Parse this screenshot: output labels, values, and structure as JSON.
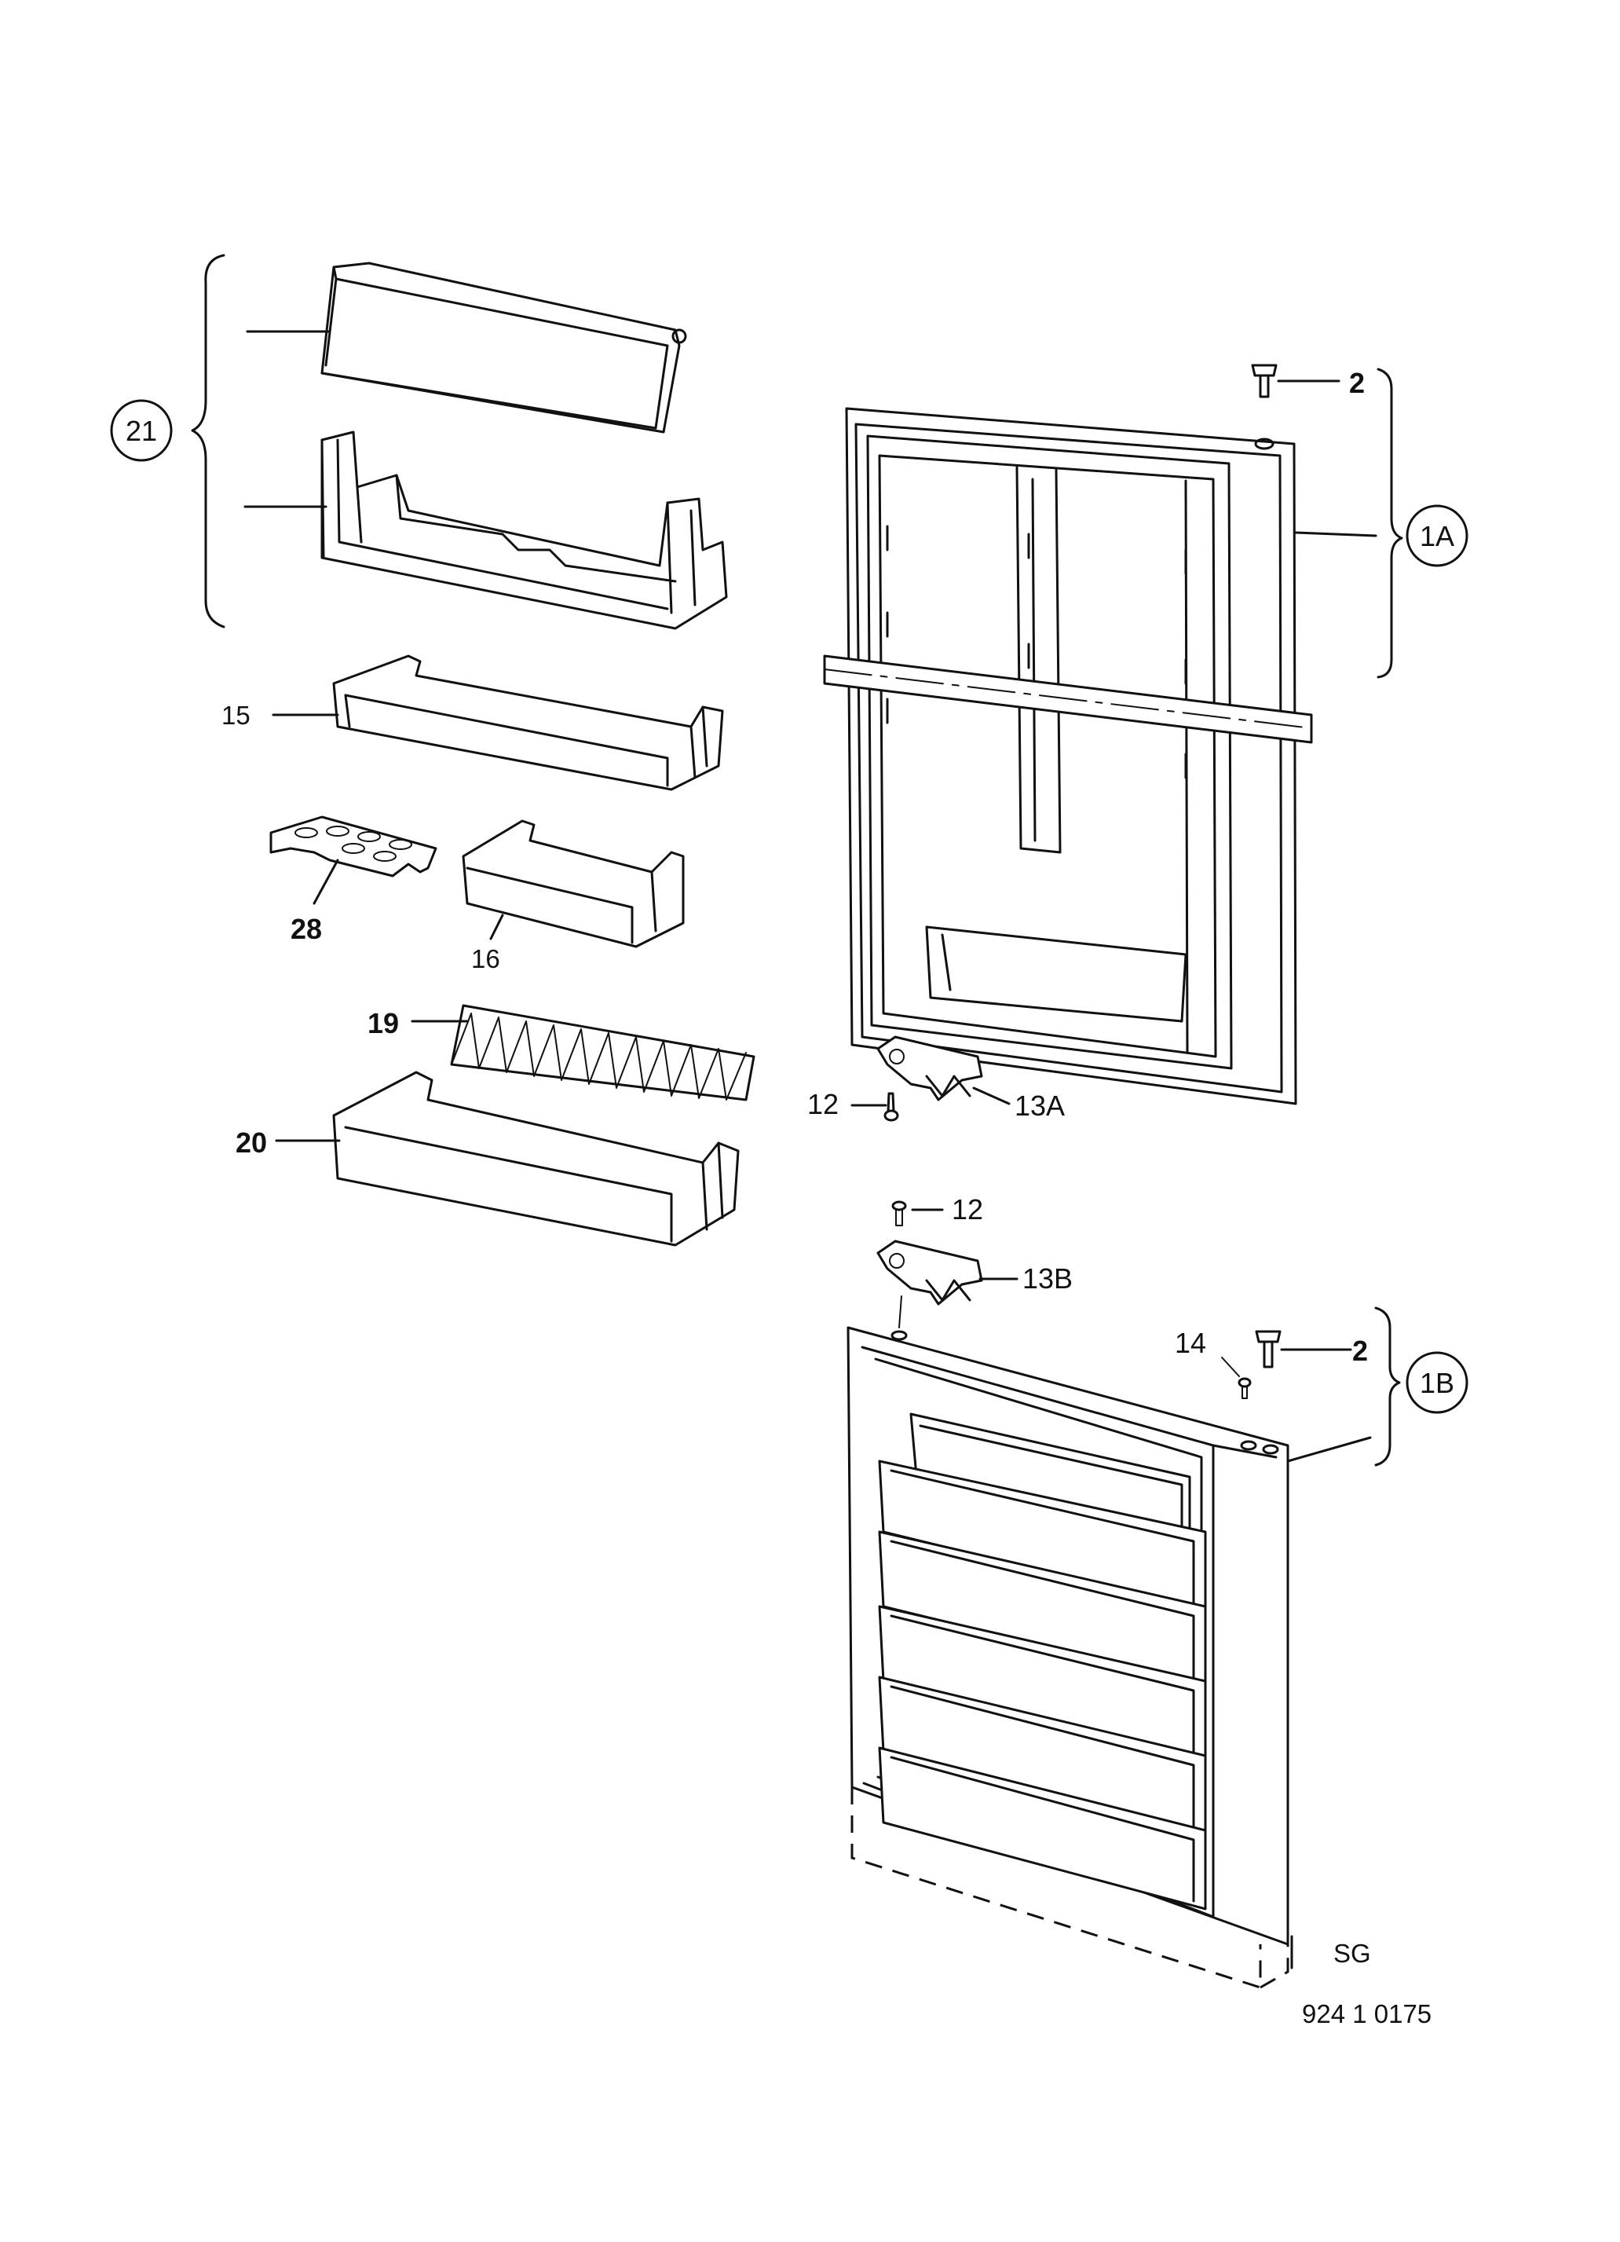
{
  "labels": {
    "l21": "21",
    "l15": "15",
    "l28": "28",
    "l16": "16",
    "l19": "19",
    "l20": "20",
    "l2a": "2",
    "l1a": "1A",
    "l12a": "12",
    "l13a": "13A",
    "l12b": "12",
    "l13b": "13B",
    "l14": "14",
    "l2b": "2",
    "l1b": "1B",
    "sg": "SG",
    "code": "924 1 0175"
  }
}
